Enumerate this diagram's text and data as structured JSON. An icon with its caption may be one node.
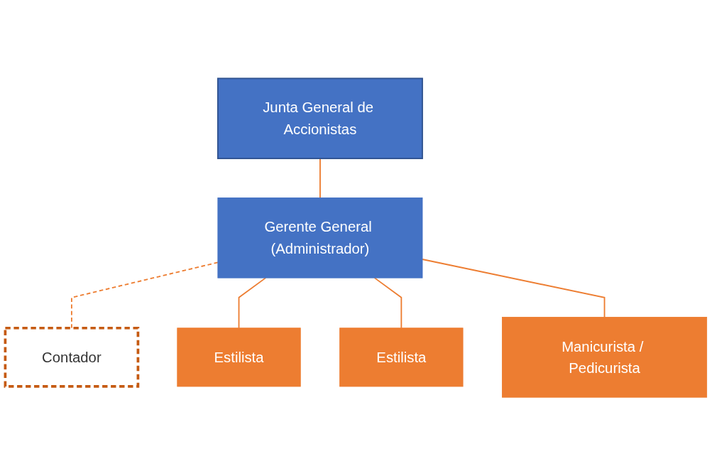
{
  "diagram": {
    "nodes": [
      {
        "text": [
          "Junta General de Accionistas"
        ]
      },
      {
        "text": [
          "Gerente General (Administrador)"
        ]
      },
      {
        "text": [
          "Contador"
        ]
      },
      {
        "text": [
          "Estilista"
        ]
      },
      {
        "text": [
          "Estilista"
        ]
      },
      {
        "text": [
          "Manicurista / Pedicurista"
        ]
      }
    ],
    "edges": [
      {
        "from": 0,
        "to": 1,
        "arrow": "none"
      },
      {
        "from": 1,
        "to": 2,
        "arrow": "none",
        "style": "dashed"
      },
      {
        "from": 1,
        "to": 3,
        "arrow": "none"
      },
      {
        "from": 1,
        "to": 4,
        "arrow": "none"
      },
      {
        "from": 1,
        "to": 5,
        "arrow": "none"
      }
    ]
  }
}
